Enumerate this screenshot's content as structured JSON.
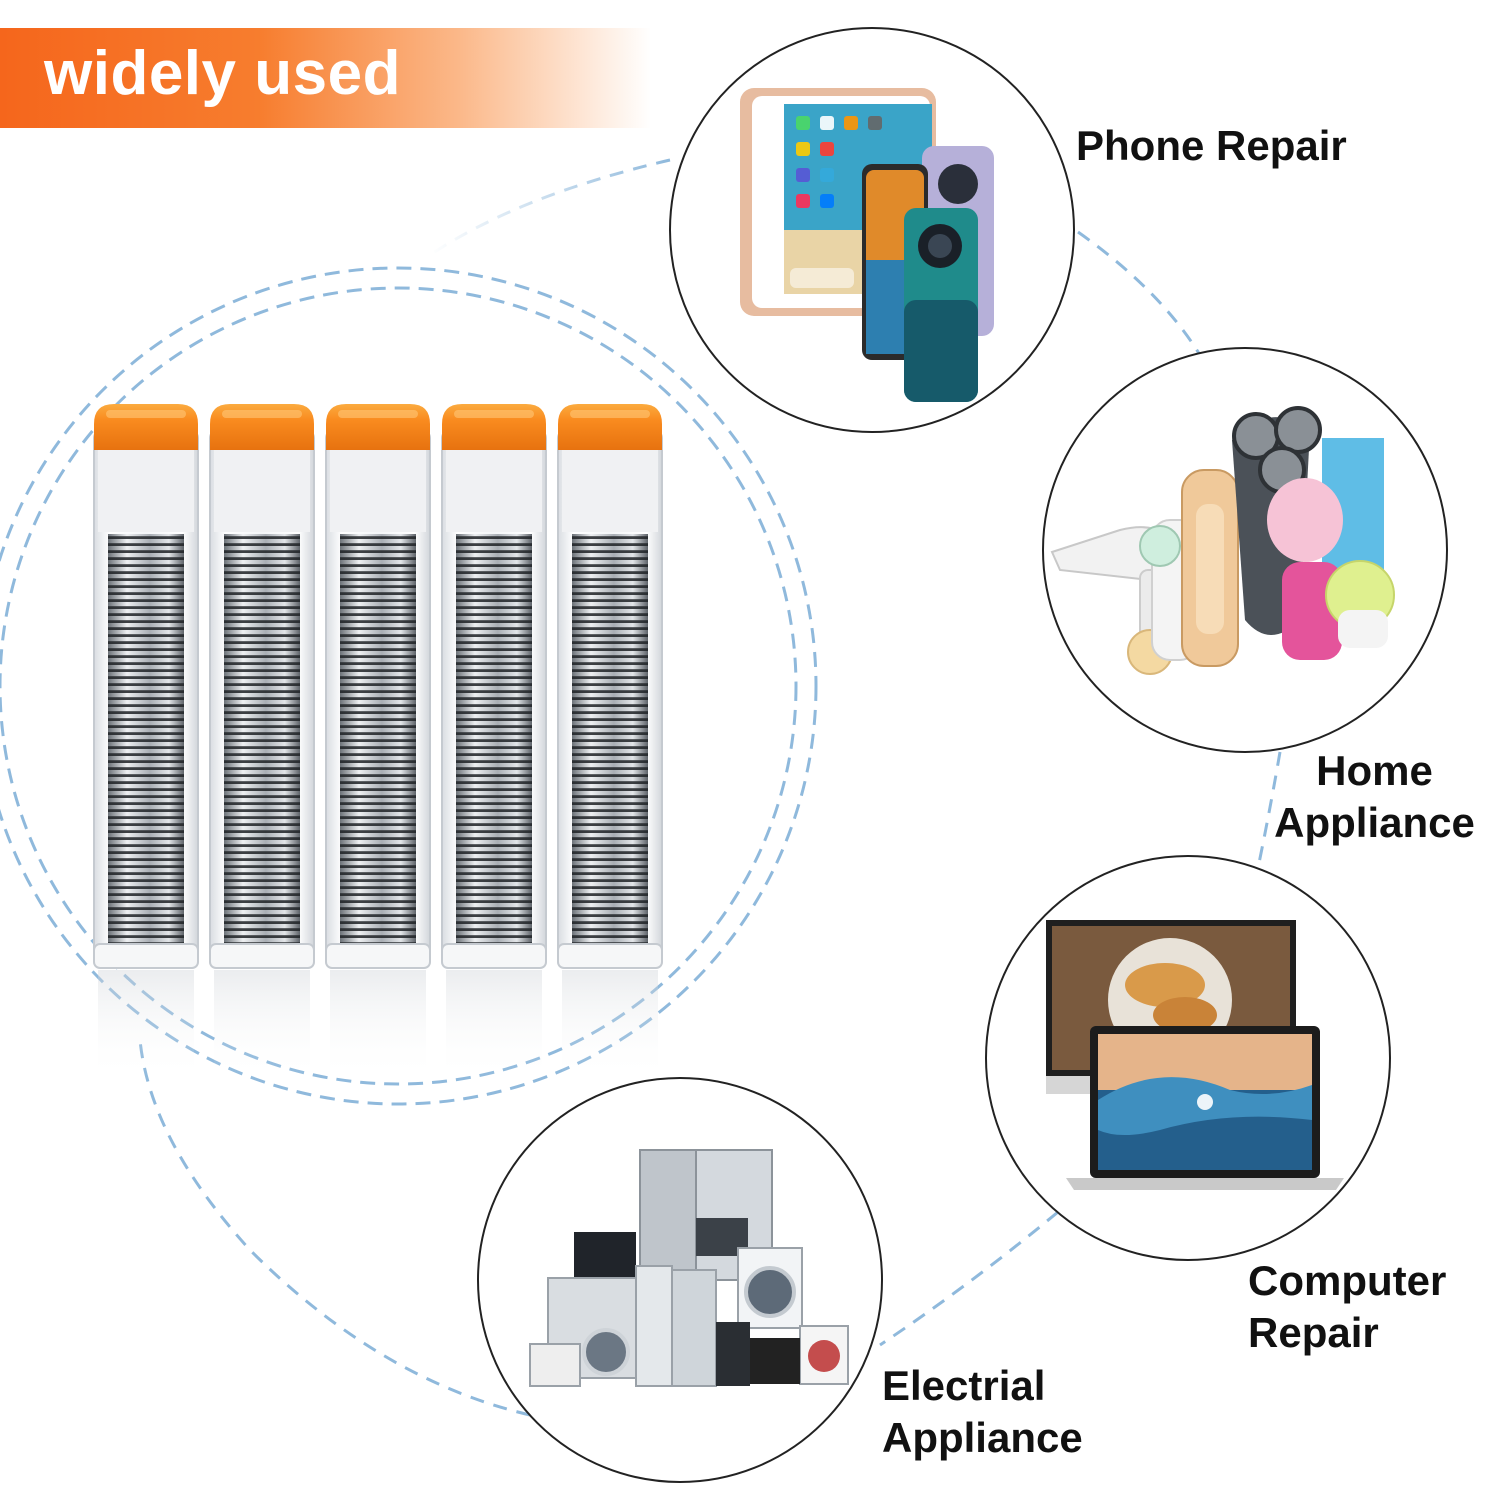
{
  "banner": {
    "title": "widely used"
  },
  "applications": [
    {
      "label_lines": [
        "Phone Repair"
      ],
      "icon": "phone-tablet-icon"
    },
    {
      "label_lines": [
        "Home",
        "Appliance"
      ],
      "icon": "shaver-hairdryer-icon"
    },
    {
      "label_lines": [
        "Computer",
        "Repair"
      ],
      "icon": "laptop-monitor-icon"
    },
    {
      "label_lines": [
        "Electrial",
        "Appliance"
      ],
      "icon": "fridge-washer-icon"
    }
  ],
  "product": {
    "tube_count": 5,
    "icon": "solder-tube-icon"
  },
  "colors": {
    "accent": "#f5661c",
    "cap": "#f98b1f",
    "dashed_line": "#8fb9dc",
    "circle_border": "#222222"
  }
}
